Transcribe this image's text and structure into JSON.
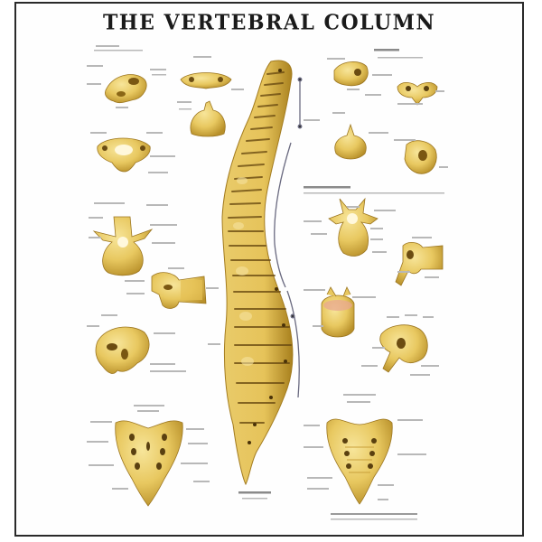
{
  "poster": {
    "title": "THE VERTEBRAL COLUMN"
  },
  "colors": {
    "bone_light": "#f3dc86",
    "bone_base": "#e8c860",
    "bone_shade": "#c9a03a",
    "bone_dark": "#5a4010",
    "border": "#2a2a2a",
    "label_gray": "#b8b8b8",
    "bracket": "#6a6a80"
  },
  "illustrations": [
    {
      "name": "spinal-column-lateral",
      "position": "center"
    },
    {
      "name": "atlas-axis-lateral",
      "position": "top-left"
    },
    {
      "name": "atlas-superior",
      "position": "top-left-center"
    },
    {
      "name": "axis-posterior",
      "position": "top-left-center"
    },
    {
      "name": "cervical-vertebra-superior",
      "position": "left-upper"
    },
    {
      "name": "thoracic-vertebra-superior",
      "position": "left-middle"
    },
    {
      "name": "thoracic-vertebra-lateral",
      "position": "left-middle-center"
    },
    {
      "name": "lumbar-vertebra-lateral",
      "position": "left-lower"
    },
    {
      "name": "sacrum-coccyx-posterior",
      "position": "bottom-left"
    },
    {
      "name": "cervical-vertebrae-lateral",
      "position": "top-right"
    },
    {
      "name": "cervical-vertebra-anterior",
      "position": "top-right-far"
    },
    {
      "name": "vertebra-posterior",
      "position": "right-upper"
    },
    {
      "name": "vertebra-oblique",
      "position": "right-upper-far"
    },
    {
      "name": "lumbar-vertebra-superior",
      "position": "right-middle"
    },
    {
      "name": "lumbar-vertebra-lateral-right",
      "position": "right-middle-far"
    },
    {
      "name": "vertebral-body-disc",
      "position": "right-lower"
    },
    {
      "name": "lumbar-vertebra-oblique",
      "position": "right-lower-far"
    },
    {
      "name": "sacrum-coccyx-anterior",
      "position": "bottom-right"
    }
  ]
}
